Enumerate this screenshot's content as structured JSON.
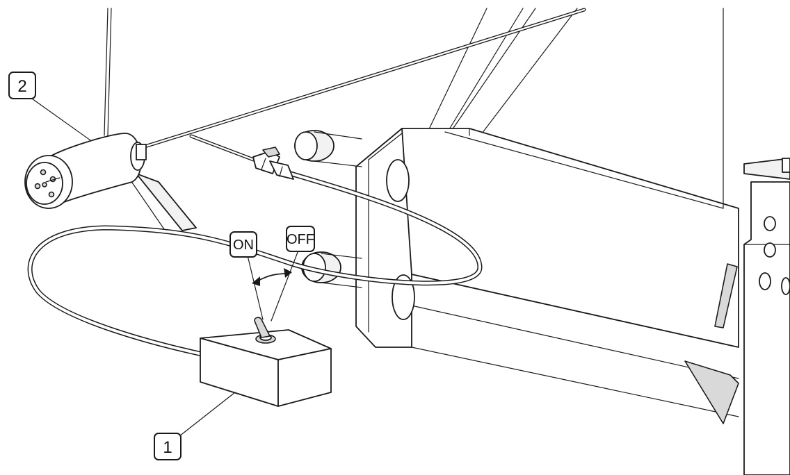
{
  "callouts": {
    "switch_box": "1",
    "plug": "2"
  },
  "switch_states": {
    "on": "ON",
    "off": "OFF"
  }
}
